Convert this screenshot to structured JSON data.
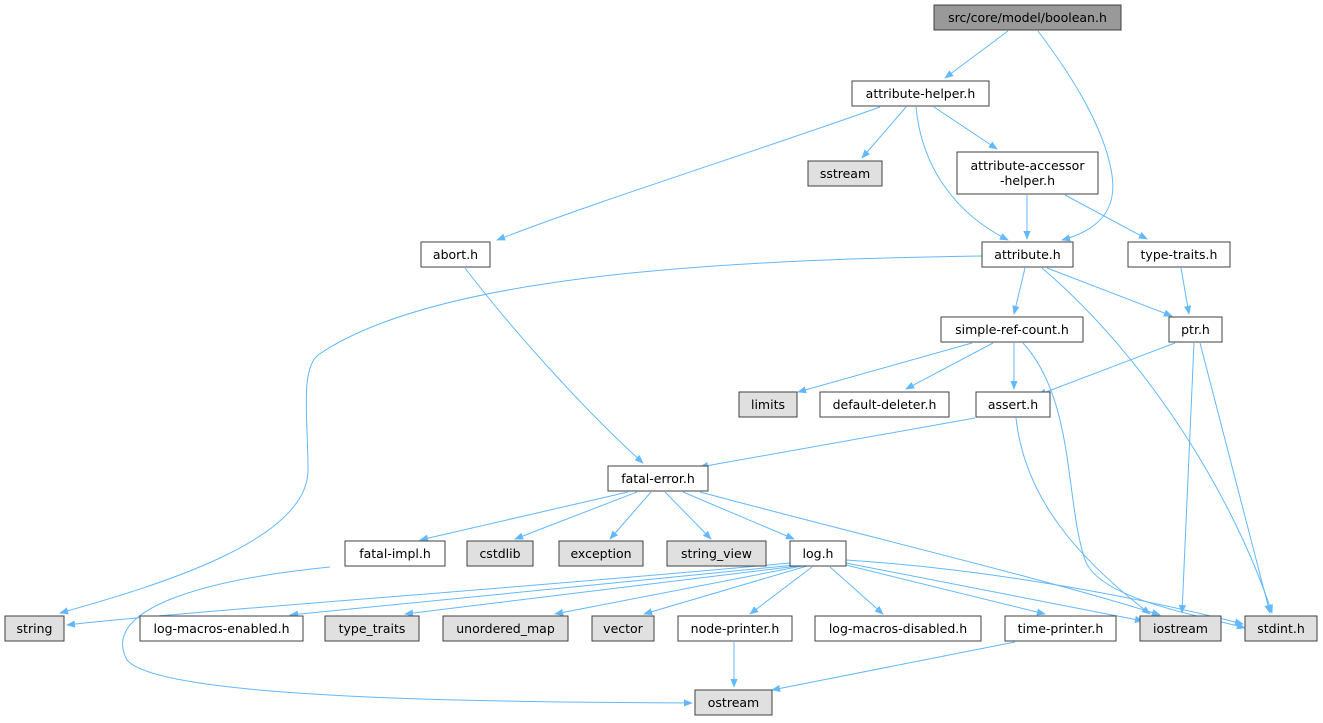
{
  "graph": {
    "title": "src/core/model/boolean.h",
    "colors": {
      "root_fill": "#999999",
      "documented_fill": "#ffffff",
      "external_fill": "#e0e0e0",
      "border": "#404040",
      "edge": "#63b8ff"
    },
    "nodes": [
      {
        "id": "boolean",
        "label": "src/core/model/boolean.h",
        "kind": "root"
      },
      {
        "id": "attribute_helper",
        "label": "attribute-helper.h",
        "kind": "documented"
      },
      {
        "id": "sstream",
        "label": "sstream",
        "kind": "external"
      },
      {
        "id": "attribute_accessor_helper",
        "label": [
          "attribute-accessor",
          "-helper.h"
        ],
        "kind": "documented"
      },
      {
        "id": "abort",
        "label": "abort.h",
        "kind": "documented"
      },
      {
        "id": "attribute",
        "label": "attribute.h",
        "kind": "documented"
      },
      {
        "id": "type_traits_h",
        "label": "type-traits.h",
        "kind": "documented"
      },
      {
        "id": "simple_ref_count",
        "label": "simple-ref-count.h",
        "kind": "documented"
      },
      {
        "id": "ptr",
        "label": "ptr.h",
        "kind": "documented"
      },
      {
        "id": "limits",
        "label": "limits",
        "kind": "external"
      },
      {
        "id": "default_deleter",
        "label": "default-deleter.h",
        "kind": "documented"
      },
      {
        "id": "assert",
        "label": "assert.h",
        "kind": "documented"
      },
      {
        "id": "fatal_error",
        "label": "fatal-error.h",
        "kind": "documented"
      },
      {
        "id": "fatal_impl",
        "label": "fatal-impl.h",
        "kind": "documented"
      },
      {
        "id": "cstdlib",
        "label": "cstdlib",
        "kind": "external"
      },
      {
        "id": "exception",
        "label": "exception",
        "kind": "external"
      },
      {
        "id": "string_view",
        "label": "string_view",
        "kind": "external"
      },
      {
        "id": "log",
        "label": "log.h",
        "kind": "documented"
      },
      {
        "id": "string",
        "label": "string",
        "kind": "external"
      },
      {
        "id": "log_macros_enabled",
        "label": "log-macros-enabled.h",
        "kind": "documented"
      },
      {
        "id": "type_traits",
        "label": "type_traits",
        "kind": "external"
      },
      {
        "id": "unordered_map",
        "label": "unordered_map",
        "kind": "external"
      },
      {
        "id": "vector",
        "label": "vector",
        "kind": "external"
      },
      {
        "id": "node_printer",
        "label": "node-printer.h",
        "kind": "documented"
      },
      {
        "id": "log_macros_disabled",
        "label": "log-macros-disabled.h",
        "kind": "documented"
      },
      {
        "id": "time_printer",
        "label": "time-printer.h",
        "kind": "documented"
      },
      {
        "id": "iostream",
        "label": "iostream",
        "kind": "external"
      },
      {
        "id": "stdint",
        "label": "stdint.h",
        "kind": "external"
      },
      {
        "id": "ostream",
        "label": "ostream",
        "kind": "external"
      }
    ],
    "edges": [
      [
        "boolean",
        "attribute_helper"
      ],
      [
        "boolean",
        "attribute"
      ],
      [
        "attribute_helper",
        "abort"
      ],
      [
        "attribute_helper",
        "sstream"
      ],
      [
        "attribute_helper",
        "attribute"
      ],
      [
        "attribute_helper",
        "attribute_accessor_helper"
      ],
      [
        "attribute_accessor_helper",
        "attribute"
      ],
      [
        "attribute_accessor_helper",
        "type_traits_h"
      ],
      [
        "abort",
        "fatal_error"
      ],
      [
        "attribute",
        "string"
      ],
      [
        "attribute",
        "simple_ref_count"
      ],
      [
        "attribute",
        "ptr"
      ],
      [
        "attribute",
        "stdint"
      ],
      [
        "type_traits_h",
        "ptr"
      ],
      [
        "simple_ref_count",
        "limits"
      ],
      [
        "simple_ref_count",
        "default_deleter"
      ],
      [
        "simple_ref_count",
        "assert"
      ],
      [
        "simple_ref_count",
        "stdint"
      ],
      [
        "ptr",
        "assert"
      ],
      [
        "ptr",
        "iostream"
      ],
      [
        "ptr",
        "stdint"
      ],
      [
        "assert",
        "fatal_error"
      ],
      [
        "assert",
        "iostream"
      ],
      [
        "fatal_error",
        "fatal_impl"
      ],
      [
        "fatal_error",
        "cstdlib"
      ],
      [
        "fatal_error",
        "exception"
      ],
      [
        "fatal_error",
        "string_view"
      ],
      [
        "fatal_error",
        "log"
      ],
      [
        "fatal_error",
        "iostream"
      ],
      [
        "fatal_impl",
        "ostream"
      ],
      [
        "log",
        "string"
      ],
      [
        "log",
        "log_macros_enabled"
      ],
      [
        "log",
        "type_traits"
      ],
      [
        "log",
        "unordered_map"
      ],
      [
        "log",
        "vector"
      ],
      [
        "log",
        "node_printer"
      ],
      [
        "log",
        "log_macros_disabled"
      ],
      [
        "log",
        "time_printer"
      ],
      [
        "log",
        "iostream"
      ],
      [
        "log",
        "stdint"
      ],
      [
        "node_printer",
        "ostream"
      ],
      [
        "time_printer",
        "ostream"
      ]
    ]
  }
}
